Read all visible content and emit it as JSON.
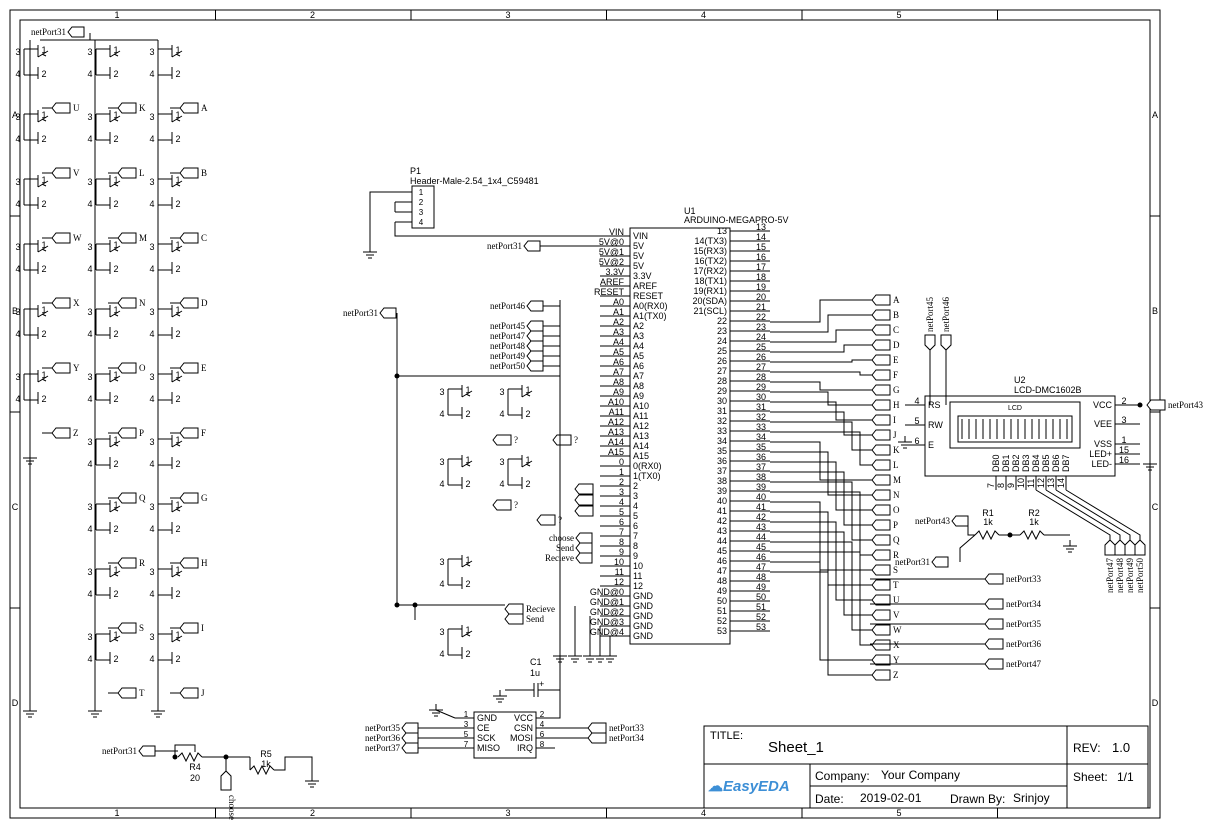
{
  "frame": {
    "columns": [
      "1",
      "2",
      "3",
      "4",
      "5"
    ],
    "rows": [
      "A",
      "B",
      "C",
      "D"
    ]
  },
  "header_p1": {
    "ref": "P1",
    "part": "Header-Male-2.54_1x4_C59481",
    "pins": [
      "1",
      "2",
      "3",
      "4"
    ]
  },
  "u1": {
    "ref": "U1",
    "part": "ARDUINO-MEGAPRO-5V",
    "left_pins": [
      "VIN",
      "5V",
      "5V",
      "5V",
      "3.3V",
      "AREF",
      "RESET",
      "A0(RX0)",
      "A1(TX0)",
      "A2",
      "A3",
      "A4",
      "A5",
      "A6",
      "A7",
      "A8",
      "A9",
      "A10",
      "A11",
      "A12",
      "A13",
      "A14",
      "A15",
      "0(RX0)",
      "1(TX0)",
      "2",
      "3",
      "4",
      "5",
      "6",
      "7",
      "8",
      "9",
      "10",
      "11",
      "12",
      "GND",
      "GND",
      "GND",
      "GND",
      "GND"
    ],
    "left_nets": [
      "VIN",
      "5V@0",
      "5V@1",
      "5V@2",
      "3.3V",
      "AREF",
      "RESET",
      "A0",
      "A1",
      "A2",
      "A3",
      "A4",
      "A5",
      "A6",
      "A7",
      "A8",
      "A9",
      "A10",
      "A11",
      "A12",
      "A13",
      "A14",
      "A15",
      "0",
      "1",
      "2",
      "3",
      "4",
      "5",
      "6",
      "7",
      "8",
      "9",
      "10",
      "11",
      "12",
      "GND@0",
      "GND@1",
      "GND@2",
      "GND@3",
      "GND@4"
    ],
    "right_pins": [
      "13",
      "14(TX3)",
      "15(RX3)",
      "16(TX2)",
      "17(RX2)",
      "18(TX1)",
      "19(RX1)",
      "20(SDA)",
      "21(SCL)",
      "22",
      "23",
      "24",
      "25",
      "26",
      "27",
      "28",
      "29",
      "30",
      "31",
      "32",
      "33",
      "34",
      "35",
      "36",
      "37",
      "38",
      "39",
      "40",
      "41",
      "42",
      "43",
      "44",
      "45",
      "46",
      "47",
      "48",
      "49",
      "50",
      "51",
      "52",
      "53"
    ],
    "right_nets": [
      "13",
      "14",
      "15",
      "16",
      "17",
      "18",
      "19",
      "20",
      "21",
      "22",
      "23",
      "24",
      "25",
      "26",
      "27",
      "28",
      "29",
      "30",
      "31",
      "32",
      "33",
      "34",
      "35",
      "36",
      "37",
      "38",
      "39",
      "40",
      "41",
      "42",
      "43",
      "44",
      "45",
      "46",
      "47",
      "48",
      "49",
      "50",
      "51",
      "52",
      "53"
    ]
  },
  "u2": {
    "ref": "U2",
    "part": "LCD-DMC1602B",
    "screen_label": "LCD",
    "left_pins": [
      {
        "name": "RS",
        "num": "4"
      },
      {
        "name": "RW",
        "num": "5"
      },
      {
        "name": "E",
        "num": "6"
      }
    ],
    "right_pins": [
      {
        "name": "VCC",
        "num": "2"
      },
      {
        "name": "VEE",
        "num": "3"
      },
      {
        "name": "VSS",
        "num": "1"
      },
      {
        "name": "LED+",
        "num": "15"
      },
      {
        "name": "LED-",
        "num": "16"
      }
    ],
    "bottom_pins": [
      {
        "name": "DB0",
        "num": "7"
      },
      {
        "name": "DB1",
        "num": "8"
      },
      {
        "name": "DB2",
        "num": "9"
      },
      {
        "name": "DB3",
        "num": "10"
      },
      {
        "name": "DB4",
        "num": "11"
      },
      {
        "name": "DB5",
        "num": "12"
      },
      {
        "name": "DB6",
        "num": "13"
      },
      {
        "name": "DB7",
        "num": "14"
      }
    ]
  },
  "rf_module": {
    "left_pins": [
      {
        "name": "GND",
        "num": "1"
      },
      {
        "name": "CE",
        "num": "3"
      },
      {
        "name": "SCK",
        "num": "5"
      },
      {
        "name": "MISO",
        "num": "7"
      }
    ],
    "right_pins": [
      {
        "name": "VCC",
        "num": "2"
      },
      {
        "name": "CSN",
        "num": "4"
      },
      {
        "name": "MOSI",
        "num": "6"
      },
      {
        "name": "IRQ",
        "num": "8"
      }
    ]
  },
  "c1": {
    "ref": "C1",
    "value": "1u",
    "plus": "+"
  },
  "r1": {
    "ref": "R1",
    "value": "1k"
  },
  "r2": {
    "ref": "R2",
    "value": "1k"
  },
  "r4": {
    "ref": "R4",
    "value": "20"
  },
  "r5": {
    "ref": "R5",
    "value": "1k"
  },
  "nets": {
    "n31": "netPort31",
    "n33": "netPort33",
    "n34": "netPort34",
    "n35": "netPort35",
    "n36": "netPort36",
    "n37": "netPort37",
    "n43": "netPort43",
    "n45": "netPort45",
    "n46": "netPort46",
    "n47": "netPort47",
    "n48": "netPort48",
    "n49": "netPort49",
    "n50": "netPort50",
    "choose": "choose",
    "send": "Send",
    "recieve": "Recieve",
    "question": "?"
  },
  "letters": [
    "A",
    "B",
    "C",
    "D",
    "E",
    "F",
    "G",
    "H",
    "I",
    "J",
    "K",
    "L",
    "M",
    "N",
    "O",
    "P",
    "Q",
    "R",
    "S",
    "T",
    "U",
    "V",
    "W",
    "X",
    "Y",
    "Z"
  ],
  "switch_pins": [
    "1",
    "2",
    "3",
    "4"
  ],
  "title_block": {
    "title_label": "TITLE:",
    "title": "Sheet_1",
    "rev_label": "REV:",
    "rev": "1.0",
    "company_label": "Company:",
    "company": "Your Company",
    "sheet_label": "Sheet:",
    "sheet": "1/1",
    "date_label": "Date:",
    "date": "2019-02-01",
    "drawn_label": "Drawn By:",
    "drawn": "Srinjoy",
    "logo": "EasyEDA"
  }
}
